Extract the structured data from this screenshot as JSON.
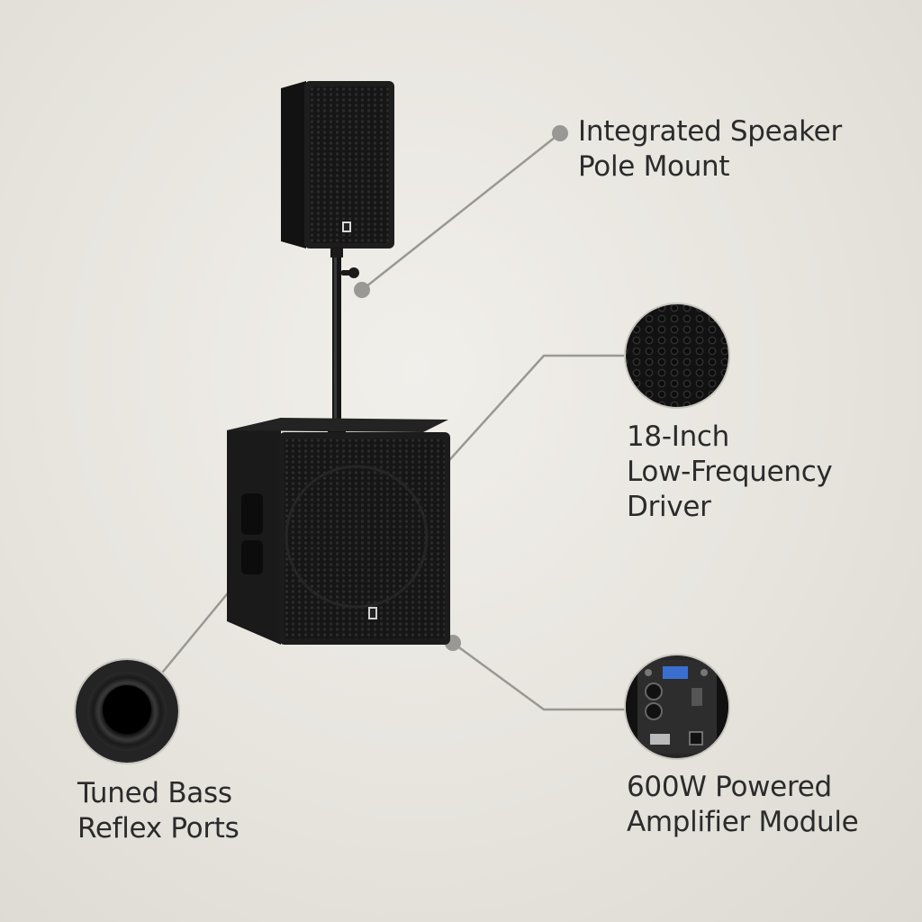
{
  "callouts": {
    "pole_mount": {
      "lines": [
        "Integrated Speaker",
        "Pole Mount"
      ]
    },
    "driver": {
      "lines": [
        "18-Inch",
        "Low-Frequency",
        "Driver"
      ]
    },
    "amplifier": {
      "lines": [
        "600W Powered",
        "Amplifier Module"
      ]
    },
    "ports": {
      "lines": [
        "Tuned Bass",
        "Reflex Ports"
      ]
    }
  },
  "colors": {
    "background": "#e7e4de",
    "text": "#2b2b2b",
    "leader_line": "#9a9894",
    "speaker_body": "#1c1c1c",
    "amp_display": "#3a6fd0"
  }
}
